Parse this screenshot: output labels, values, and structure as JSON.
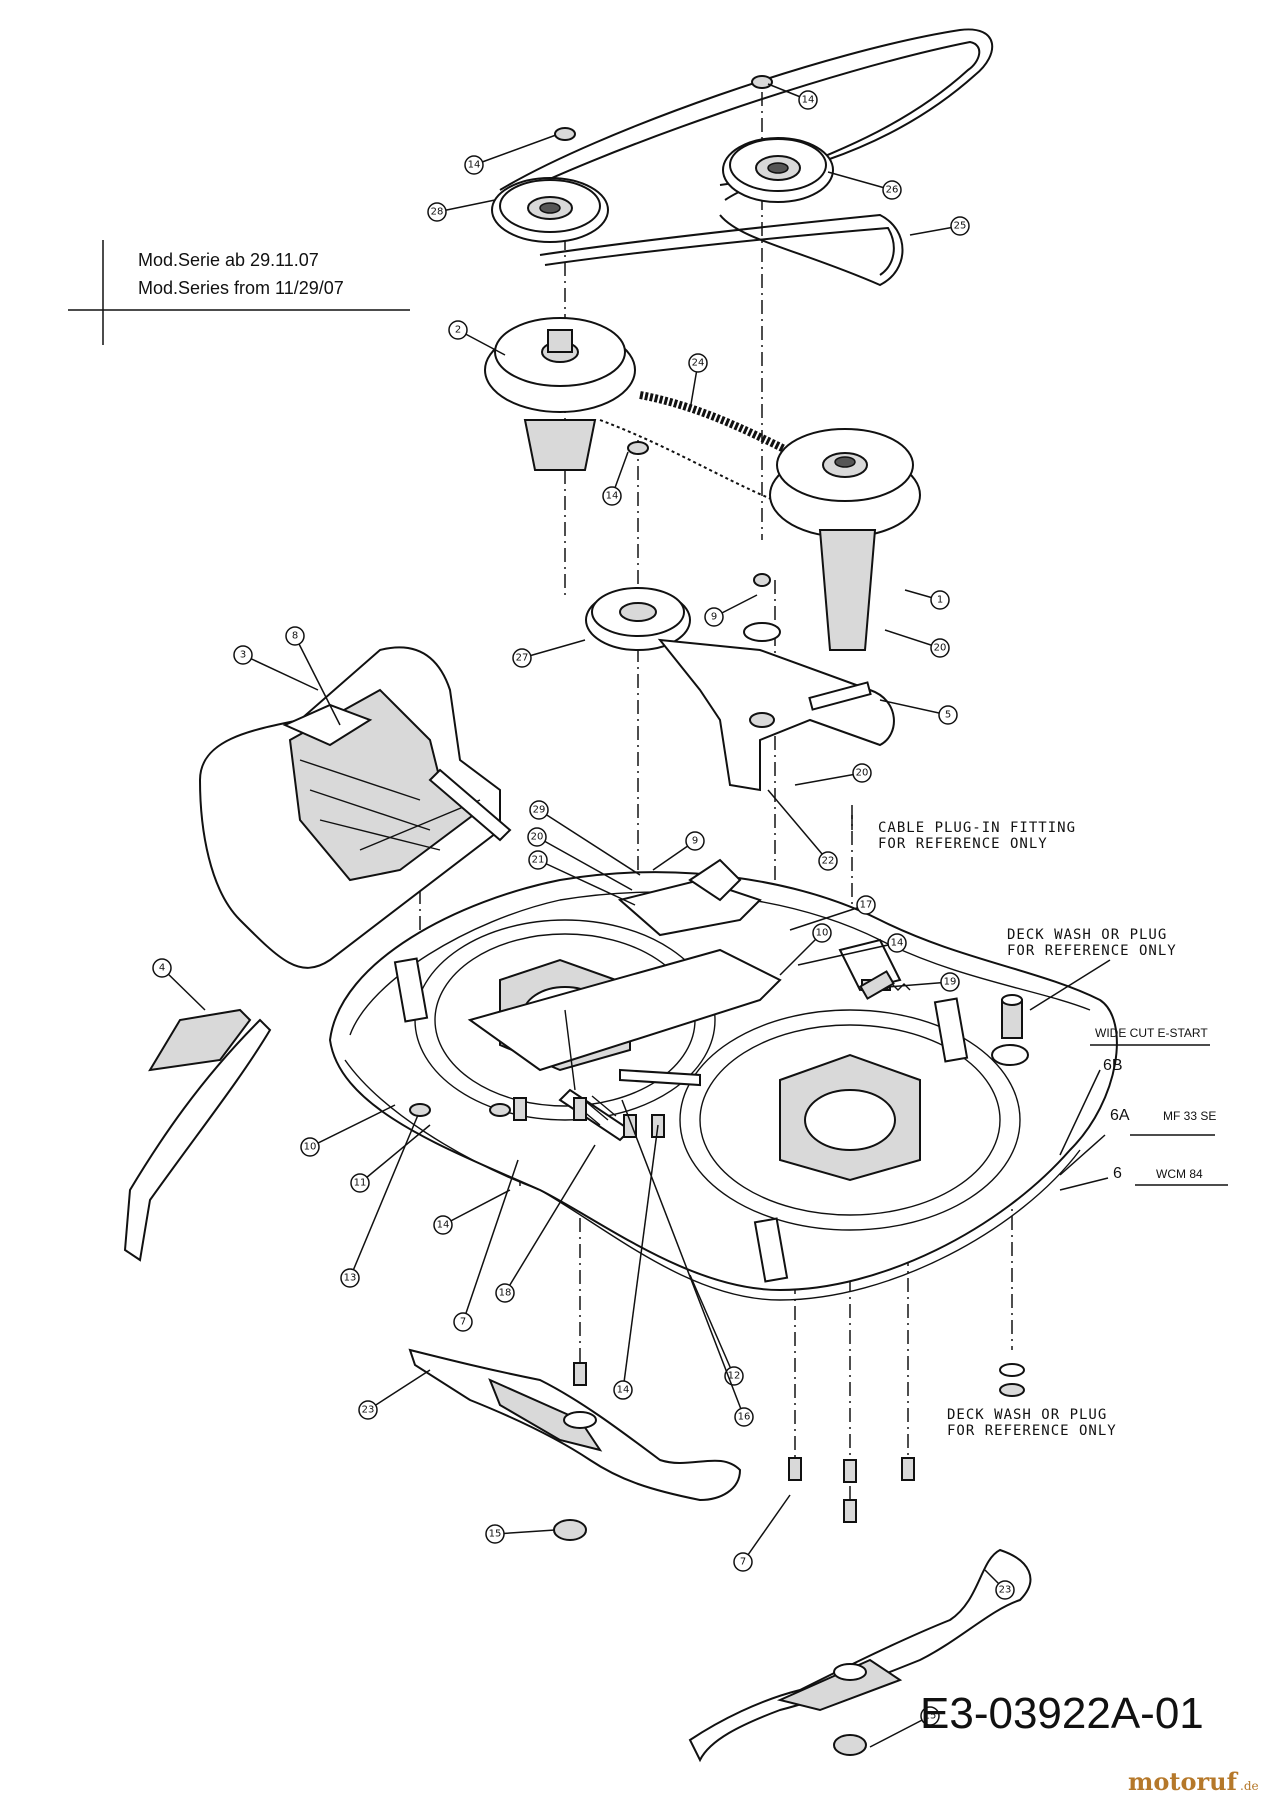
{
  "model_series": {
    "line1": "Mod.Serie   ab 29.11.07",
    "line2": "Mod.Series  from 11/29/07"
  },
  "notes": {
    "cable_plug_1": "CABLE PLUG-IN FITTING",
    "cable_plug_2": "FOR REFERENCE ONLY",
    "deck_wash_top_1": "DECK WASH OR PLUG",
    "deck_wash_top_2": "FOR REFERENCE ONLY",
    "deck_wash_bottom_1": "DECK WASH OR PLUG",
    "deck_wash_bottom_2": "FOR REFERENCE ONLY"
  },
  "variants": {
    "title": "WIDE CUT E-START",
    "v6b": "6B",
    "v6a": "6A",
    "v6a_name": "MF 33 SE",
    "v6": "6",
    "v6_name": "WCM 84"
  },
  "callouts": [
    "14",
    "14",
    "28",
    "26",
    "25",
    "2",
    "24",
    "14",
    "1",
    "20",
    "9",
    "27",
    "3",
    "8",
    "5",
    "20",
    "22",
    "29",
    "20",
    "21",
    "9",
    "17",
    "10",
    "14",
    "19",
    "4",
    "10",
    "11",
    "14",
    "13",
    "18",
    "7",
    "14",
    "12",
    "16",
    "23",
    "15",
    "7",
    "23",
    "15"
  ],
  "drawing_code": "E3-03922A-01",
  "brand": {
    "name": "motoruf",
    "suffix": ".de"
  }
}
